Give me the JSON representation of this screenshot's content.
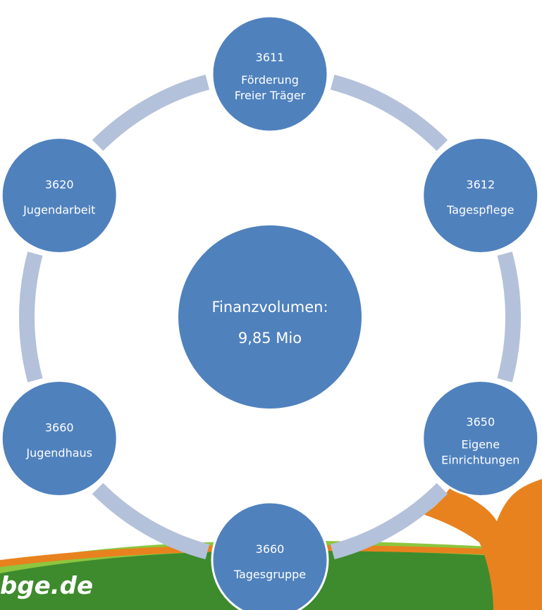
{
  "center": {
    "line1": "Finanzvolumen:",
    "line2": "9,85 Mio"
  },
  "nodes": [
    {
      "id": "3611",
      "code": "3611",
      "line1": "Förderung",
      "line2": "Freier Träger"
    },
    {
      "id": "3612",
      "code": "3612",
      "line1": "Tagespflege"
    },
    {
      "id": "3650",
      "code": "3650",
      "line1": "Eigene",
      "line2": "Einrichtungen"
    },
    {
      "id": "3660-tg",
      "code": "3660",
      "line1": "Tagesgruppe"
    },
    {
      "id": "3660-jh",
      "code": "3660",
      "line1": "Jugendhaus"
    },
    {
      "id": "3620",
      "code": "3620",
      "line1": "Jugendarbeit"
    }
  ],
  "footer": {
    "url_fragment": "bge.de"
  },
  "colors": {
    "node_fill": "#4F81BD",
    "node_stroke": "#ffffff",
    "ring": "#B4C1DA",
    "orange": "#E8821E",
    "green": "#3E8B2E",
    "light_green": "#8DC63F"
  }
}
